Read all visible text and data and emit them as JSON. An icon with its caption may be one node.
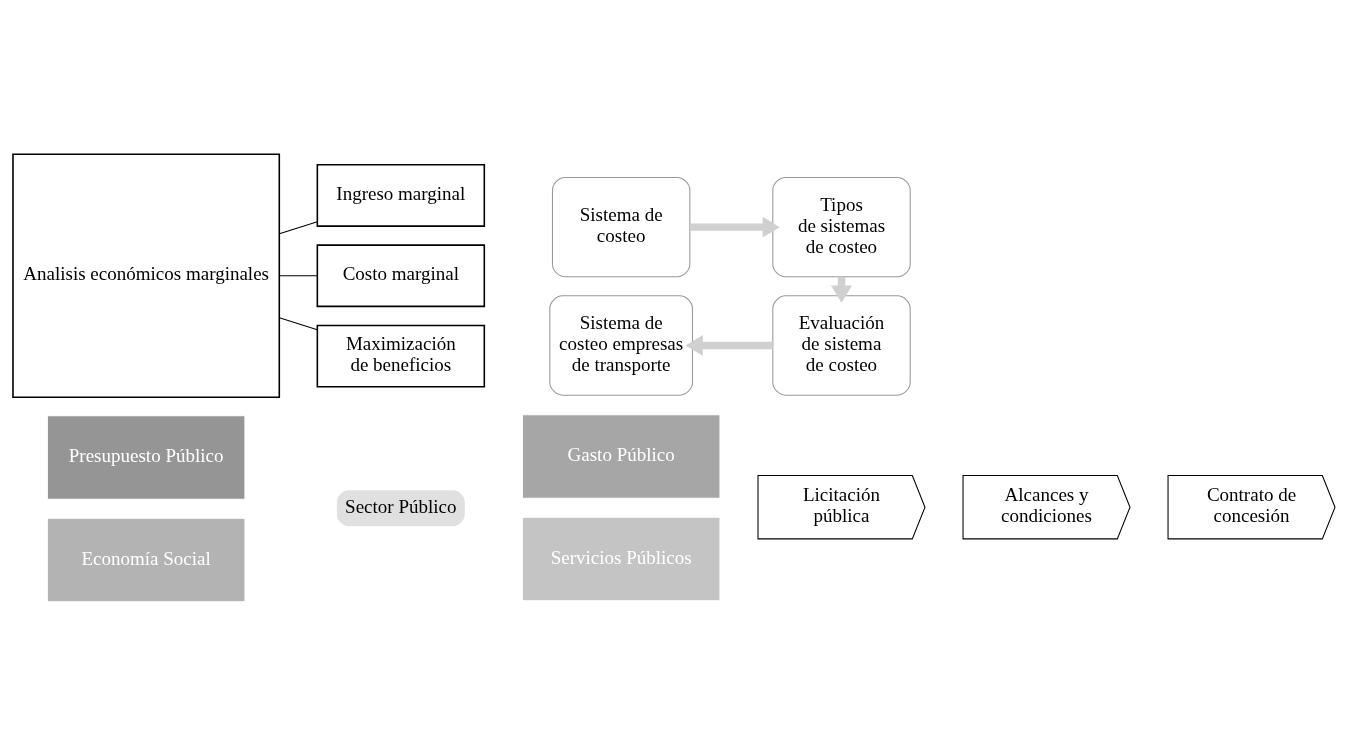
{
  "diagram": {
    "nodes": [
      {
        "text": [
          "Presupuesto Público"
        ]
      },
      {
        "text": [
          "Gasto Público"
        ]
      },
      {
        "text": [
          "Sector Público"
        ]
      },
      {
        "text": [
          "Economía Social"
        ]
      },
      {
        "text": [
          "Servicios Públicos"
        ]
      },
      {
        "text": [
          "Licitación pública"
        ]
      },
      {
        "text": [
          "Alcances y condiciones"
        ]
      },
      {
        "text": [
          "Contrato de concesión"
        ]
      },
      {
        "text": [
          "Analisis económicos marginales"
        ]
      },
      {
        "text": [
          "Ingreso marginal"
        ]
      },
      {
        "text": [
          "Costo marginal"
        ]
      },
      {
        "text": [
          "Maximización de beneficios"
        ]
      },
      {
        "text": [
          "Sistema de costeo"
        ]
      },
      {
        "text": [
          "Tipos de sistemas de costeo"
        ]
      },
      {
        "text": [
          "Evaluación de sistema de costeo"
        ]
      },
      {
        "text": [
          "Sistema de costeo empresas de transporte"
        ]
      }
    ],
    "edges": [
      {
        "from": 8,
        "to": 9,
        "arrow": "none"
      },
      {
        "from": 8,
        "to": 10,
        "arrow": "none"
      },
      {
        "from": 8,
        "to": 11,
        "arrow": "none"
      },
      {
        "from": 12,
        "to": 13,
        "arrow": "to",
        "style": "thick",
        "color": "#d0d0d0"
      },
      {
        "from": 13,
        "to": 14,
        "arrow": "to",
        "style": "thick",
        "color": "#d0d0d0"
      },
      {
        "from": 14,
        "to": 15,
        "arrow": "to",
        "style": "thick",
        "color": "#d0d0d0"
      }
    ]
  }
}
